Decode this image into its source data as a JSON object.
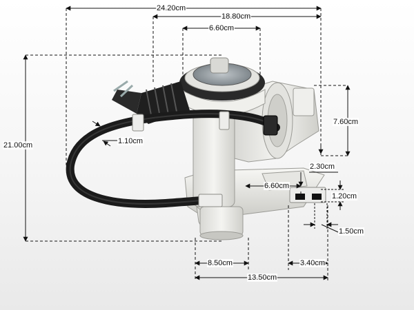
{
  "dimensions": {
    "total_width": "24.20cm",
    "body_width": "18.80cm",
    "inlet_diameter": "6.60cm",
    "total_height": "21.00cm",
    "hose_diameter": "1.10cm",
    "outlet_height": "7.60cm",
    "connector_depth": "2.30cm",
    "connector_offset": "6.60cm",
    "connector_height": "1.20cm",
    "connector_gap": "1.50cm",
    "base_width": "8.50cm",
    "connector_span": "3.40cm",
    "base_total": "13.50cm"
  },
  "colors": {
    "plastic": "#e8e8e4",
    "hose": "#1b1b1b",
    "line": "#111111"
  }
}
